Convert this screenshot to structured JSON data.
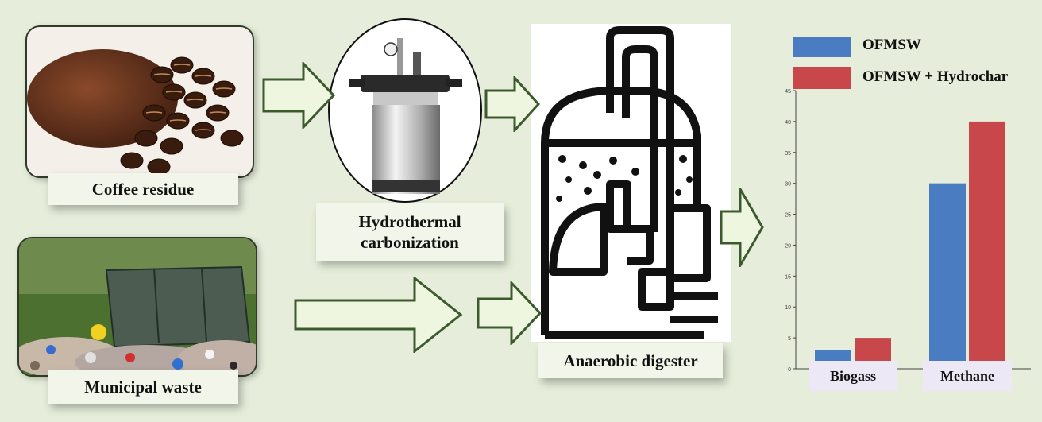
{
  "labels": {
    "coffee": "Coffee residue",
    "htc_line1": "Hydrothermal",
    "htc_line2": "carbonization",
    "municipal": "Municipal waste",
    "digester": "Anaerobic digester"
  },
  "icons": [
    "coffee-residue-photo",
    "pressure-cooker-icon",
    "municipal-waste-photo",
    "anaerobic-digester-icon",
    "arrow-icon"
  ],
  "colors": {
    "background": "#e6eedb",
    "arrow_fill": "#eef6e0",
    "arrow_stroke": "#3c5a2e",
    "series_ofmsw": "#4a7cc2",
    "series_hydrochar": "#c8474b"
  },
  "chart_data": {
    "type": "bar",
    "categories": [
      "Biogass",
      "Methane"
    ],
    "series": [
      {
        "name": "OFMSW",
        "values": [
          3,
          30
        ]
      },
      {
        "name": "OFMSW + Hydrochar",
        "values": [
          5,
          40
        ]
      }
    ],
    "yticks": [
      "0",
      "5",
      "10",
      "15",
      "20",
      "25",
      "30",
      "35",
      "40",
      "45"
    ],
    "ylim": [
      0,
      45
    ],
    "legend": "top"
  }
}
